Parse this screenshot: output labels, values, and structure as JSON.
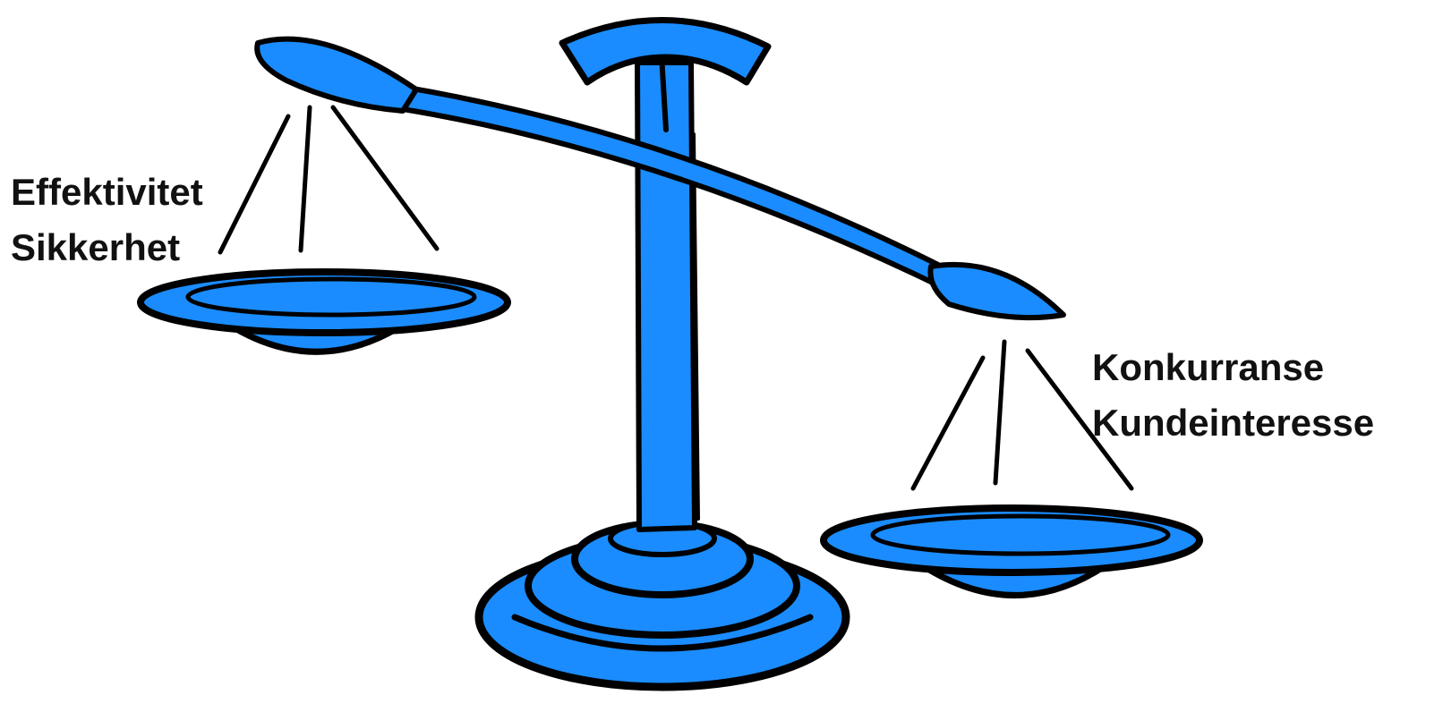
{
  "diagram": {
    "left_pan": {
      "labels": [
        "Effektivitet",
        "Sikkerhet"
      ]
    },
    "right_pan": {
      "labels": [
        "Konkurranse",
        "Kundeinteresse"
      ]
    },
    "colors": {
      "fill": "#1a8cff",
      "outline": "#000000",
      "background": "#ffffff"
    },
    "icon": "balance-scale-icon"
  }
}
